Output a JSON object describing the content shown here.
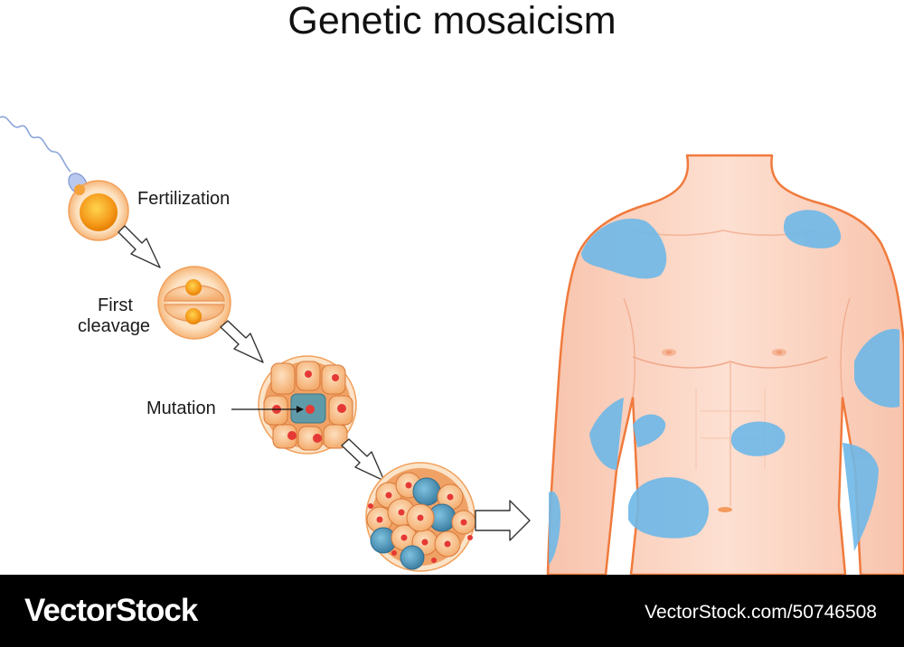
{
  "title": "Genetic mosaicism",
  "labels": {
    "fertilization": "Fertilization",
    "first_cleavage_line1": "First",
    "first_cleavage_line2": "cleavage",
    "mutation": "Mutation"
  },
  "footer": {
    "brand": "VectorStock",
    "image_id": "VectorStock.com/50746508"
  },
  "colors": {
    "skin": "#fcd9c8",
    "skin_outline": "#f07a3c",
    "mosaic_patch": "#6eb8e8",
    "cell_fill": "#f9c49a",
    "nucleus": "#e53935",
    "egg_yolk": "#f5a623",
    "mutant_cell": "#5a9fb8"
  }
}
